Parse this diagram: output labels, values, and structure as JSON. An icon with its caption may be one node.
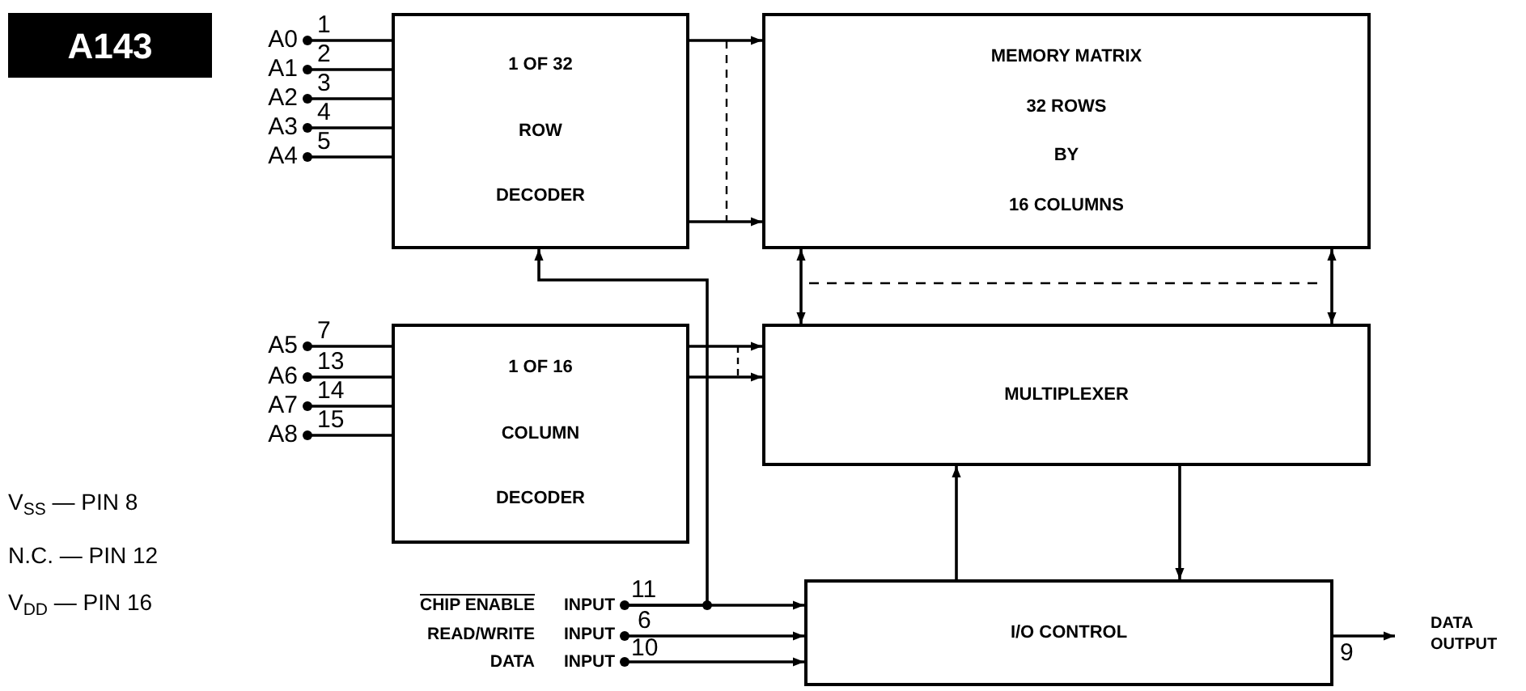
{
  "diagram": {
    "nodes": [
      {
        "text": [
          "A143"
        ]
      },
      {
        "text": [
          "1 OF 32",
          "ROW",
          "DECODER"
        ]
      },
      {
        "text": [
          "MEMORY MATRIX",
          "32 ROWS",
          "BY",
          "16 COLUMNS"
        ]
      },
      {
        "text": [
          "1 OF 16",
          "COLUMN",
          "DECODER"
        ]
      },
      {
        "text": [
          "MULTIPLEXER"
        ]
      },
      {
        "text": [
          "I/O CONTROL"
        ]
      },
      {
        "text": [
          "A0"
        ]
      },
      {
        "text": [
          "A1"
        ]
      },
      {
        "text": [
          "A2"
        ]
      },
      {
        "text": [
          "A3"
        ]
      },
      {
        "text": [
          "A4"
        ]
      },
      {
        "text": [
          "A5"
        ]
      },
      {
        "text": [
          "A6"
        ]
      },
      {
        "text": [
          "A7"
        ]
      },
      {
        "text": [
          "A8"
        ]
      },
      {
        "text": [
          "CHIP ENABLE",
          "INPUT"
        ]
      },
      {
        "text": [
          "READ/WRITE",
          "INPUT"
        ]
      },
      {
        "text": [
          "DATA",
          "INPUT"
        ]
      },
      {
        "text": [
          "DATA OUTPUT"
        ]
      }
    ],
    "edges": [
      {
        "from": 6,
        "to": 1,
        "arrow": "other",
        "label": "1"
      },
      {
        "from": 7,
        "to": 1,
        "arrow": "other",
        "label": "2"
      },
      {
        "from": 8,
        "to": 1,
        "arrow": "other",
        "label": "3"
      },
      {
        "from": 9,
        "to": 1,
        "arrow": "other",
        "label": "4"
      },
      {
        "from": 10,
        "to": 1,
        "arrow": "other",
        "label": "5"
      },
      {
        "from": 11,
        "to": 3,
        "arrow": "other",
        "label": "7"
      },
      {
        "from": 12,
        "to": 3,
        "arrow": "other",
        "label": "13"
      },
      {
        "from": 13,
        "to": 3,
        "arrow": "other",
        "label": "14"
      },
      {
        "from": 14,
        "to": 3,
        "arrow": "other",
        "label": "15"
      },
      {
        "from": 1,
        "to": 2,
        "arrow": "to"
      },
      {
        "from": 1,
        "to": 2,
        "arrow": "to"
      },
      {
        "from": 2,
        "to": 4,
        "arrow": "both"
      },
      {
        "from": 2,
        "to": 4,
        "arrow": "both"
      },
      {
        "from": 3,
        "to": 4,
        "arrow": "to"
      },
      {
        "from": 3,
        "to": 4,
        "arrow": "to"
      },
      {
        "from": 15,
        "to": 1,
        "arrow": "to"
      },
      {
        "from": 15,
        "to": 5,
        "arrow": "to",
        "label": "11"
      },
      {
        "from": 16,
        "to": 5,
        "arrow": "to",
        "label": "6"
      },
      {
        "from": 17,
        "to": 5,
        "arrow": "to",
        "label": "10"
      },
      {
        "from": 5,
        "to": 4,
        "arrow": "to"
      },
      {
        "from": 4,
        "to": 5,
        "arrow": "to"
      },
      {
        "from": 5,
        "to": 18,
        "arrow": "to",
        "label": "9"
      }
    ],
    "labels": [
      "V$_{SS}$ — PIN 8",
      "N.C. — PIN 12",
      "V$_{DD}$ — PIN 16"
    ]
  }
}
